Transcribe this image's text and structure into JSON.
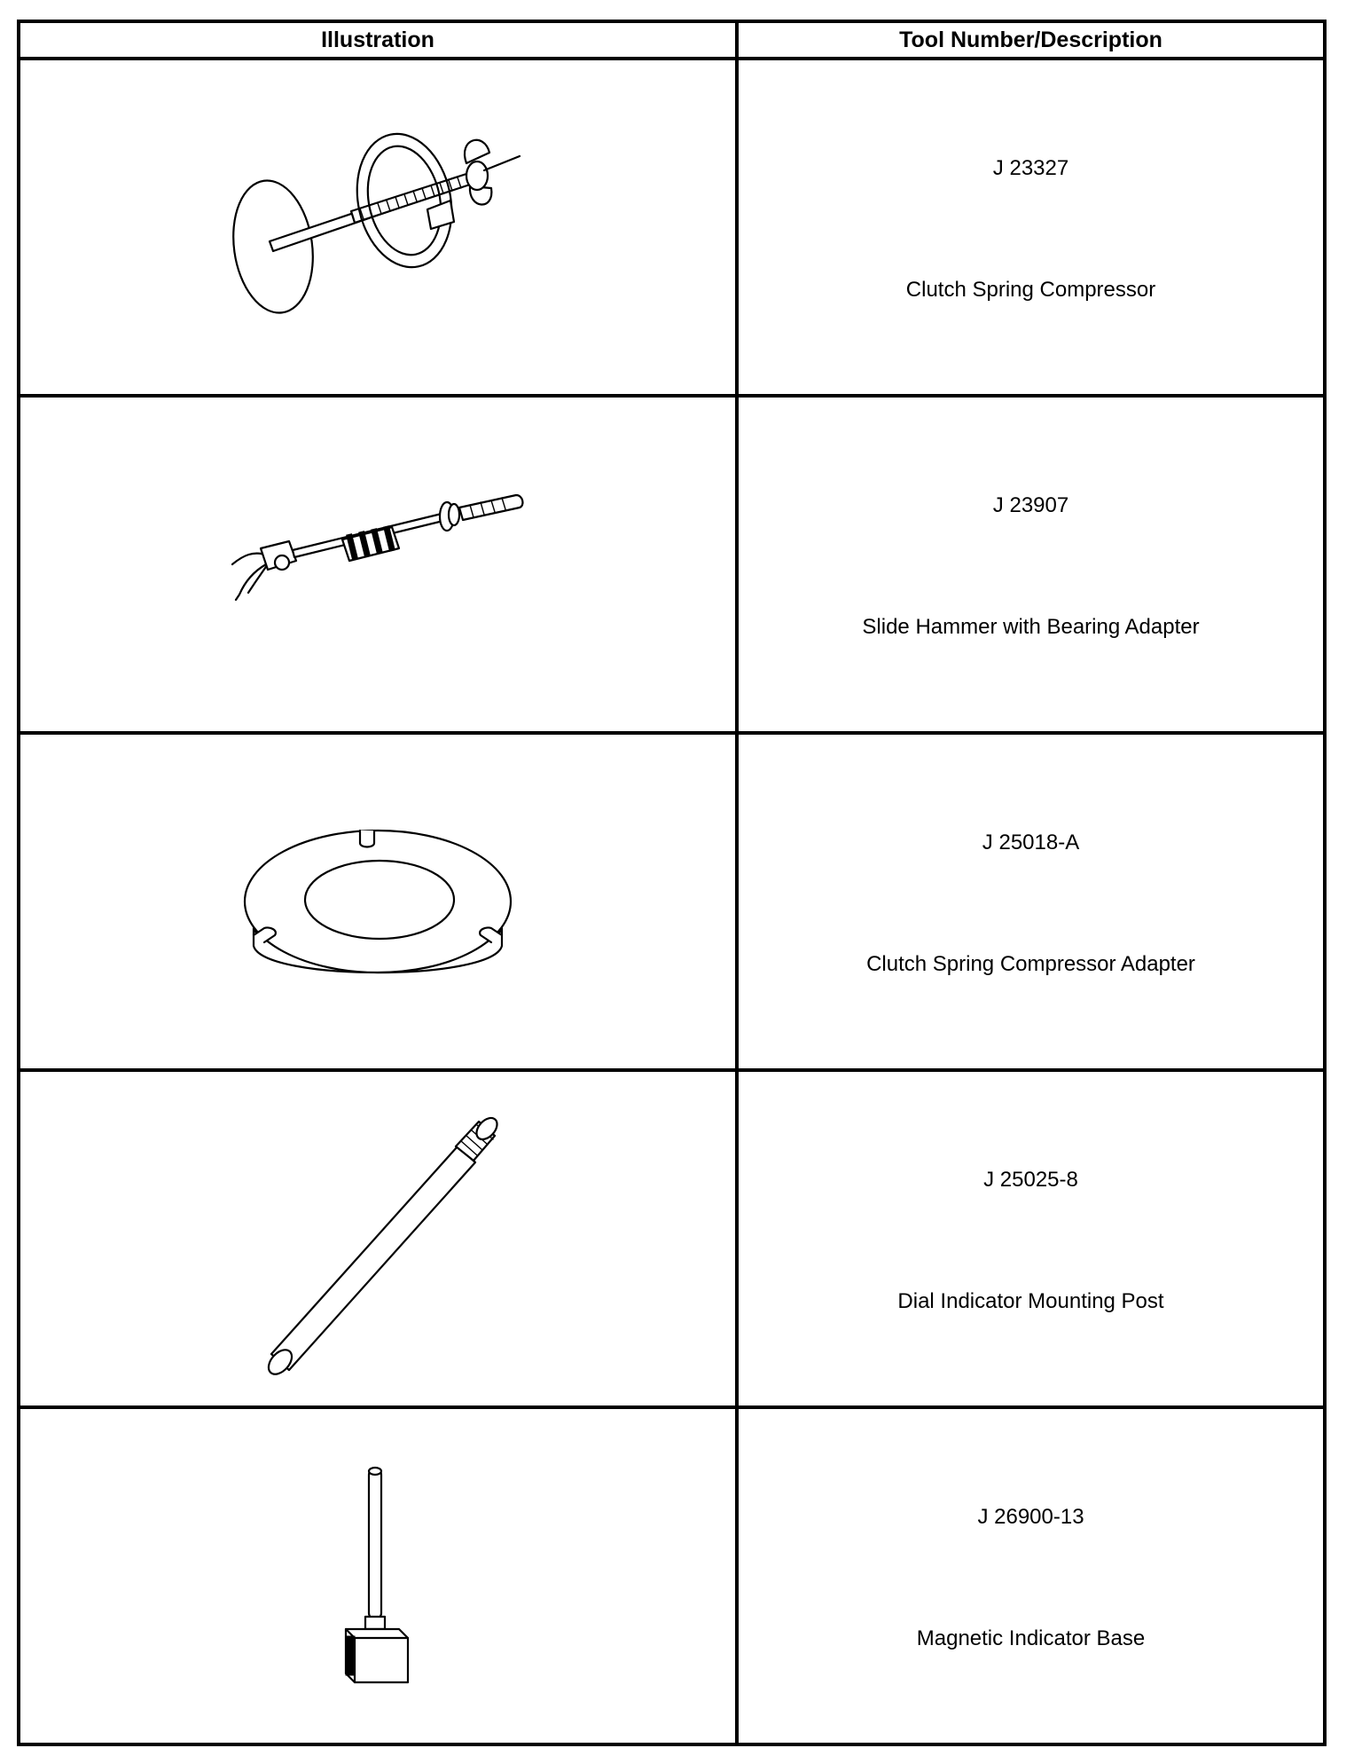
{
  "table": {
    "headers": {
      "illustration": "Illustration",
      "description": "Tool Number/Description"
    },
    "rows": [
      {
        "number": "J 23327",
        "description": "Clutch Spring Compressor",
        "icon": "clutch-spring-compressor-icon"
      },
      {
        "number": "J 23907",
        "description": "Slide Hammer with Bearing Adapter",
        "icon": "slide-hammer-icon"
      },
      {
        "number": "J 25018-A",
        "description": "Clutch Spring Compressor Adapter",
        "icon": "compressor-adapter-ring-icon"
      },
      {
        "number": "J 25025-8",
        "description": "Dial Indicator Mounting Post",
        "icon": "mounting-post-icon"
      },
      {
        "number": "J 26900-13",
        "description": "Magnetic Indicator Base",
        "icon": "magnetic-base-icon"
      }
    ]
  }
}
